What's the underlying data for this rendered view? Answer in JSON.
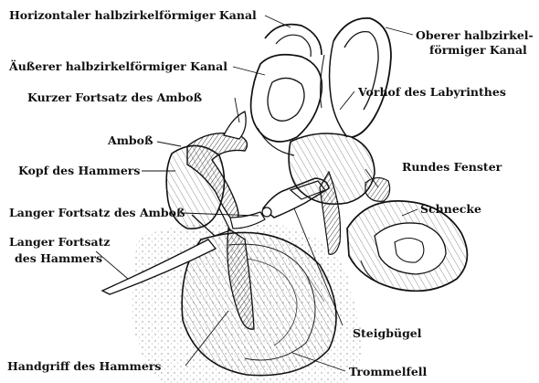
{
  "labels": {
    "horizontal_canal": "Horizontaler halbzirkelförmiger Kanal",
    "superior_canal_line1": "Oberer halbzirkel-",
    "superior_canal_line2": "förmiger Kanal",
    "outer_canal": "Äußerer halbzirkelförmiger Kanal",
    "short_process_incus": "Kurzer Fortsatz des Amboß",
    "vestibule": "Vorhof des Labyrinthes",
    "incus": "Amboß",
    "head_of_malleus": "Kopf des Hammers",
    "round_window": "Rundes Fenster",
    "long_process_incus": "Langer Fortsatz des Amboß",
    "cochlea": "Schnecke",
    "long_process_malleus_line1": "Langer Fortsatz",
    "long_process_malleus_line2": "des Hammers",
    "stapes": "Steigbügel",
    "handle_of_malleus": "Handgriff des Hammers",
    "eardrum": "Trommelfell"
  },
  "colors": {
    "ink": "#111111",
    "background": "#ffffff"
  }
}
